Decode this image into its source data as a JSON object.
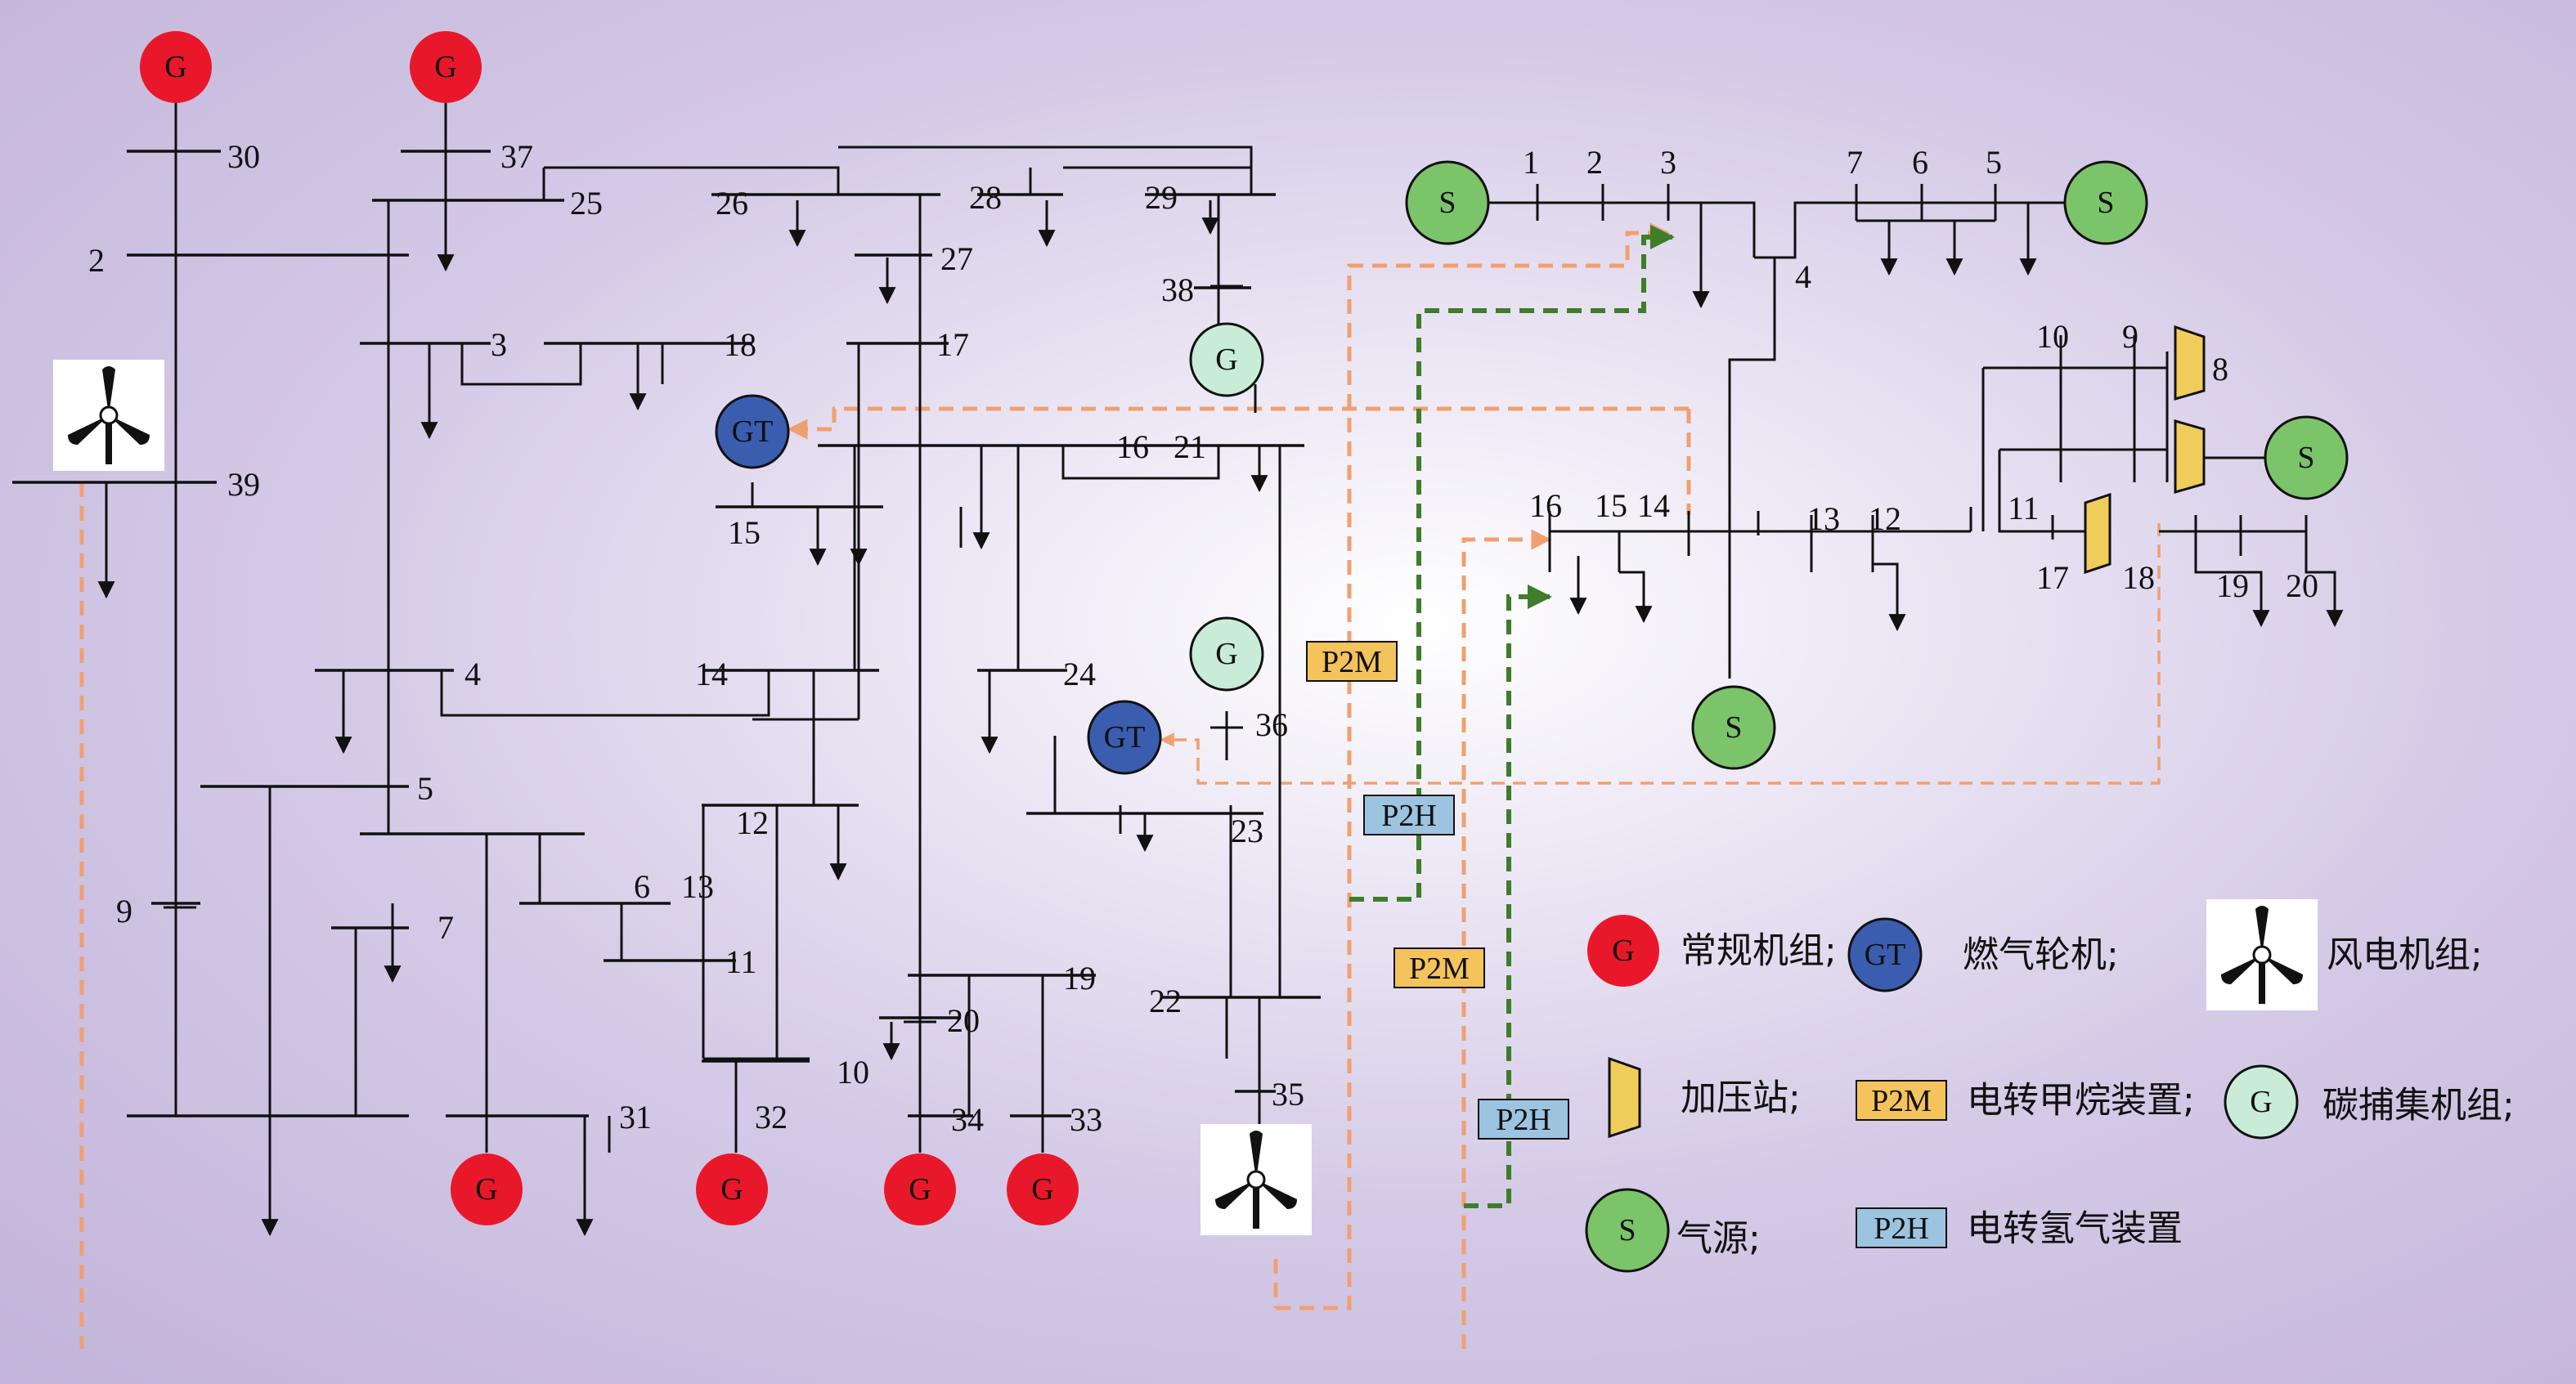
{
  "colors": {
    "generator": "#e8182a",
    "gas_turbine": "#3a5db0",
    "carbon_capture": "#c8ecd8",
    "gas_source": "#7cc46a",
    "p2m_box": "#f4c35c",
    "p2h_box": "#9cc4e0",
    "compressor": "#f0cc5a",
    "pipe_dash": "#f0a070",
    "hydrogen_dash": "#3e7d2a"
  },
  "symbols": {
    "generator": "G",
    "gas_turbine": "GT",
    "carbon_capture": "G",
    "gas_source": "S",
    "p2m": "P2M",
    "p2h": "P2H"
  },
  "power_network": {
    "buses": [
      "30",
      "37",
      "25",
      "26",
      "28",
      "29",
      "2",
      "27",
      "38",
      "3",
      "18",
      "17",
      "39",
      "15",
      "16",
      "21",
      "4",
      "14",
      "24",
      "36",
      "5",
      "23",
      "12",
      "6",
      "13",
      "9",
      "7",
      "11",
      "22",
      "19",
      "20",
      "10",
      "35",
      "31",
      "32",
      "34",
      "33"
    ]
  },
  "gas_network": {
    "nodes": [
      "1",
      "2",
      "3",
      "7",
      "6",
      "5",
      "4",
      "10",
      "9",
      "8",
      "16",
      "15",
      "14",
      "13",
      "12",
      "11",
      "17",
      "18",
      "19",
      "20"
    ]
  },
  "legend": {
    "generator": "常规机组;",
    "gas_turbine": "燃气轮机;",
    "wind": "风电机组;",
    "compressor": "加压站;",
    "p2m": "电转甲烷装置;",
    "carbon_capture": "碳捕集机组;",
    "gas_source": "气源;",
    "p2h": "电转氢气装置"
  }
}
